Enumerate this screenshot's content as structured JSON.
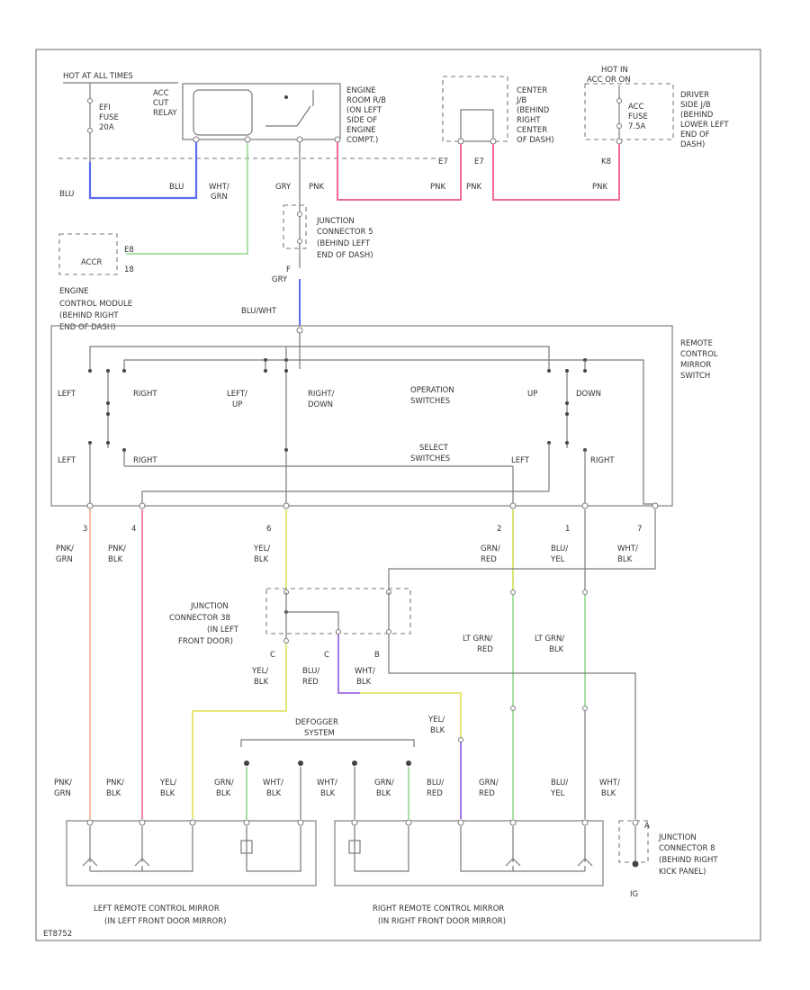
{
  "labels": {
    "hot_all_times": "HOT AT ALL TIMES",
    "efi_fuse": [
      "EFI",
      "FUSE",
      "20A"
    ],
    "acc_cut_relay": [
      "ACC",
      "CUT",
      "RELAY"
    ],
    "engine_room_rb": [
      "ENGINE",
      "ROOM R/B",
      "(ON LEFT",
      "SIDE OF",
      "ENGINE",
      "COMPT.)"
    ],
    "center_jb": [
      "CENTER",
      "J/B",
      "(BEHIND",
      "RIGHT",
      "CENTER",
      "OF DASH)"
    ],
    "hot_in_acc": [
      "HOT IN",
      "ACC OR ON"
    ],
    "acc_fuse": [
      "ACC",
      "FUSE",
      "7.5A"
    ],
    "driver_side_jb": [
      "DRIVER",
      "SIDE J/B",
      "(BEHIND",
      "LOWER LEFT",
      "END OF",
      "DASH)"
    ],
    "pin_e7a": "E7",
    "pin_e7b": "E7",
    "pin_k8": "K8",
    "jc5": [
      "JUNCTION",
      "CONNECTOR 5",
      "(BEHIND LEFT",
      "END OF DASH)"
    ],
    "accr": "ACCR",
    "pin_e8": "E8",
    "pin_18": "18",
    "ecm": [
      "ENGINE",
      "CONTROL MODULE",
      "(BEHIND RIGHT",
      "END OF DASH)"
    ],
    "remote_switch": [
      "REMOTE",
      "CONTROL",
      "MIRROR",
      "SWITCH"
    ],
    "operation_switches": [
      "OPERATION",
      "SWITCHES"
    ],
    "select_switches": [
      "SELECT",
      "SWITCHES"
    ],
    "jc38": [
      "JUNCTION",
      "CONNECTOR 38",
      "(IN LEFT",
      "FRONT DOOR)"
    ],
    "defogger": [
      "DEFOGGER",
      "SYSTEM"
    ],
    "jc8": [
      "JUNCTION",
      "CONNECTOR 8",
      "(BEHIND RIGHT",
      "KICK PANEL)"
    ],
    "left_mirror": [
      "LEFT REMOTE CONTROL MIRROR",
      "(IN LEFT FRONT DOOR MIRROR)"
    ],
    "right_mirror": [
      "RIGHT REMOTE CONTROL MIRROR",
      "(IN RIGHT FRONT DOOR MIRROR)"
    ],
    "ground": "IG",
    "footer": "ET8752"
  },
  "switch_labels": {
    "left": "LEFT",
    "right": "RIGHT",
    "left_up": [
      "LEFT/",
      "UP"
    ],
    "right_down": [
      "RIGHT/",
      "DOWN"
    ],
    "up": "UP",
    "down": "DOWN",
    "sel_left": "LEFT",
    "sel_right": "RIGHT",
    "sel_left2": "LEFT",
    "sel_right2": "RIGHT"
  },
  "wires": {
    "blu_a": "BLU",
    "blu_b": "BLU",
    "wht_grn": [
      "WHT/",
      "GRN"
    ],
    "gry_a": "GRY",
    "pnk_a": "PNK",
    "pnk_b": "PNK",
    "pnk_c": "PNK",
    "pnk_d": "PNK",
    "gry_b": "GRY",
    "blu_wht": "BLU/WHT",
    "sw_pnk_grn": [
      "PNK/",
      "GRN"
    ],
    "sw_pnk_blk": [
      "PNK/",
      "BLK"
    ],
    "sw_yel_blk": [
      "YEL/",
      "BLK"
    ],
    "sw_grn_red": [
      "GRN/",
      "RED"
    ],
    "sw_blu_yel": [
      "BLU/",
      "YEL"
    ],
    "sw_wht_blk": [
      "WHT/",
      "BLK"
    ],
    "lt_grn_red": [
      "LT GRN/",
      "RED"
    ],
    "lt_grn_blk": [
      "LT GRN/",
      "BLK"
    ],
    "jc_yel_blk": [
      "YEL/",
      "BLK"
    ],
    "jc_blu_red": [
      "BLU/",
      "RED"
    ],
    "jc_wht_blk": [
      "WHT/",
      "BLK"
    ],
    "yel_blk_r": [
      "YEL/",
      "BLK"
    ],
    "bot_pnk_grn": [
      "PNK/",
      "GRN"
    ],
    "bot_pnk_blk": [
      "PNK/",
      "BLK"
    ],
    "bot_yel_blk": [
      "YEL/",
      "BLK"
    ],
    "bot_grn_blk": [
      "GRN/",
      "BLK"
    ],
    "bot_wht_blk": [
      "WHT/",
      "BLK"
    ],
    "bot_wht_blk2": [
      "WHT/",
      "BLK"
    ],
    "bot_grn_blk2": [
      "GRN/",
      "BLK"
    ],
    "bot_blu_red": [
      "BLU/",
      "RED"
    ],
    "bot_grn_red": [
      "GRN/",
      "RED"
    ],
    "bot_blu_yel": [
      "BLU/",
      "YEL"
    ],
    "bot_wht_blk3": [
      "WHT/",
      "BLK"
    ]
  },
  "pins": {
    "p3": "3",
    "p4": "4",
    "p6": "6",
    "p2": "2",
    "p1": "1",
    "p7": "7",
    "c_a": "C",
    "c_b": "C",
    "b_a": "B",
    "f_a": "F",
    "pin_a": "A"
  },
  "colors": {
    "blue": "#5a6cf0",
    "pink": "#f06a92",
    "green": "#8fd68a",
    "yellow": "#e3e36a",
    "purple": "#9a6ae0",
    "orange": "#f0b08a",
    "gray": "#7a7a7a"
  }
}
